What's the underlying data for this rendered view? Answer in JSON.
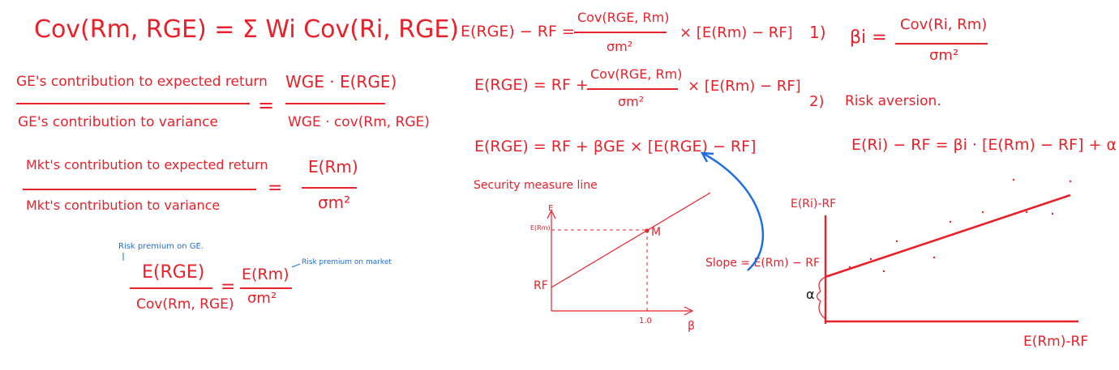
{
  "colors": {
    "ink": "#e8212b",
    "annotation": "#1e6fe0",
    "background": "#ffffff"
  },
  "left": {
    "cov_eq": "Cov(Rm, RGE)  =  Σ Wi Cov(Ri, RGE)",
    "ge_num": "GE's contribution to expected return",
    "ge_den": "GE's contribution to variance",
    "ge_rhs_num": "WGE · E(RGE)",
    "ge_rhs_den": "WGE · cov(Rm, RGE)",
    "equals": "=",
    "mkt_num": "Mkt's contribution to expected return",
    "mkt_den": "Mkt's contribution to variance",
    "mkt_rhs_num": "E(Rm)",
    "mkt_rhs_den": "σm²",
    "note_ge": "Risk premium on GE.",
    "note_market": "Risk premium on market",
    "bottom_num": "E(RGE)",
    "bottom_den": "Cov(Rm, RGE)",
    "bottom_rhs_num": "E(Rm)",
    "bottom_rhs_den": "σm²"
  },
  "middle": {
    "eq1_lhs": "E(RGE) − RF =",
    "eq1_frac_num": "Cov(RGE, Rm)",
    "eq1_frac_den": "σm²",
    "eq1_rhs": "× [E(Rm) − RF]",
    "eq2_lhs": "E(RGE) = RF +",
    "eq2_frac_num": "Cov(RGE, Rm)",
    "eq2_frac_den": "σm²",
    "eq2_rhs": "× [E(Rm) − RF]",
    "eq3": "E(RGE) = RF + βGE × [E(RGE) − RF]",
    "sml_title": "Security measure line",
    "sml_y": "E",
    "sml_erm": "E(Rm)",
    "sml_rf": "RF",
    "sml_m": "M",
    "sml_x_tick": "1.0",
    "sml_x": "β",
    "slope": "Slope = E(Rm) − RF"
  },
  "right": {
    "item1_num": "1)",
    "item1_beta": "βi =",
    "item1_frac_num": "Cov(Ri, Rm)",
    "item1_frac_den": "σm²",
    "item2_num": "2)",
    "item2_text": "Risk aversion.",
    "item2_eq": "E(Ri) − RF = βi · [E(Rm) − RF] + α",
    "plot_y": "E(Ri)-RF",
    "plot_alpha": "α",
    "plot_x": "E(Rm)-RF"
  }
}
